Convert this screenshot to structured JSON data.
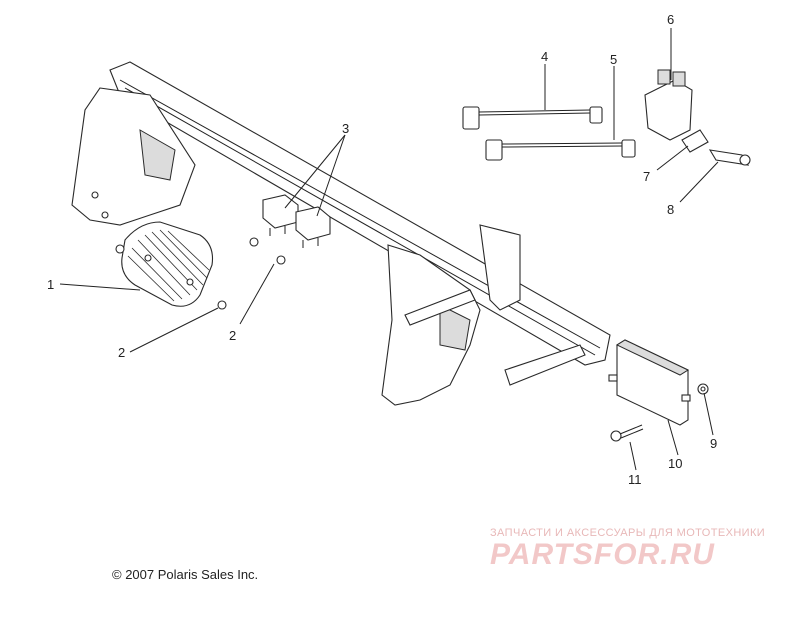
{
  "callouts": [
    "1",
    "2",
    "2",
    "3",
    "4",
    "5",
    "6",
    "7",
    "8",
    "9",
    "10",
    "11"
  ],
  "copyright": "© 2007 Polaris Sales Inc.",
  "watermark": {
    "tagline": "ЗАПЧАСТИ И АКСЕССУАРЫ ДЛЯ МОТОТЕХНИКИ",
    "brand": "PARTSFOR.RU",
    "color": "#f2c8c8"
  },
  "parts": [
    {
      "id": "voltage-regulator",
      "callout": "1"
    },
    {
      "id": "screw",
      "callout": "2"
    },
    {
      "id": "relay",
      "callout": "3"
    },
    {
      "id": "sensor-4",
      "callout": "4"
    },
    {
      "id": "sensor-5",
      "callout": "5"
    },
    {
      "id": "connector-block",
      "callout": "6"
    },
    {
      "id": "bushing",
      "callout": "7"
    },
    {
      "id": "pin",
      "callout": "8"
    },
    {
      "id": "nut",
      "callout": "9"
    },
    {
      "id": "ecu-module",
      "callout": "10"
    },
    {
      "id": "bolt",
      "callout": "11"
    }
  ]
}
